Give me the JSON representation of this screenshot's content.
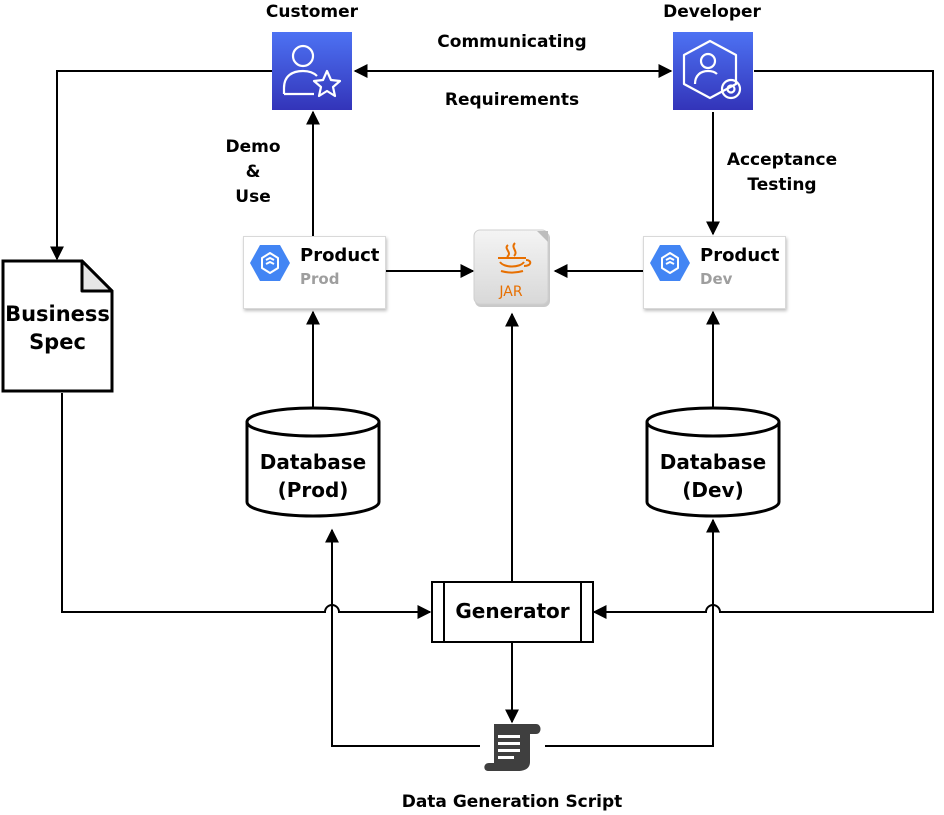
{
  "nodes": {
    "customer": {
      "label": "Customer"
    },
    "developer": {
      "label": "Developer"
    },
    "business_spec": {
      "line1": "Business",
      "line2": "Spec"
    },
    "product_prod": {
      "title": "Product",
      "subtitle": "Prod"
    },
    "product_dev": {
      "title": "Product",
      "subtitle": "Dev"
    },
    "jar": {
      "label": "JAR"
    },
    "database_prod": {
      "line1": "Database",
      "line2": "(Prod)"
    },
    "database_dev": {
      "line1": "Database",
      "line2": "(Dev)"
    },
    "generator": {
      "label": "Generator"
    },
    "script": {
      "label": "Data Generation Script"
    }
  },
  "edges": {
    "communicating": "Communicating",
    "requirements": "Requirements",
    "demo": {
      "line1": "Demo",
      "line2": "&",
      "line3": "Use"
    },
    "acceptance": {
      "line1": "Acceptance",
      "line2": "Testing"
    }
  },
  "colors": {
    "aws_icon_top": "#4d72f3",
    "aws_icon_bottom": "#3334b9",
    "gcp_blue": "#4285f4",
    "jar_orange": "#e76f00"
  },
  "icons": {
    "customer": "user-star-icon",
    "developer": "user-gear-icon",
    "product": "gcp-hexagon-icon",
    "jar": "java-cup-icon",
    "script": "scroll-icon"
  }
}
